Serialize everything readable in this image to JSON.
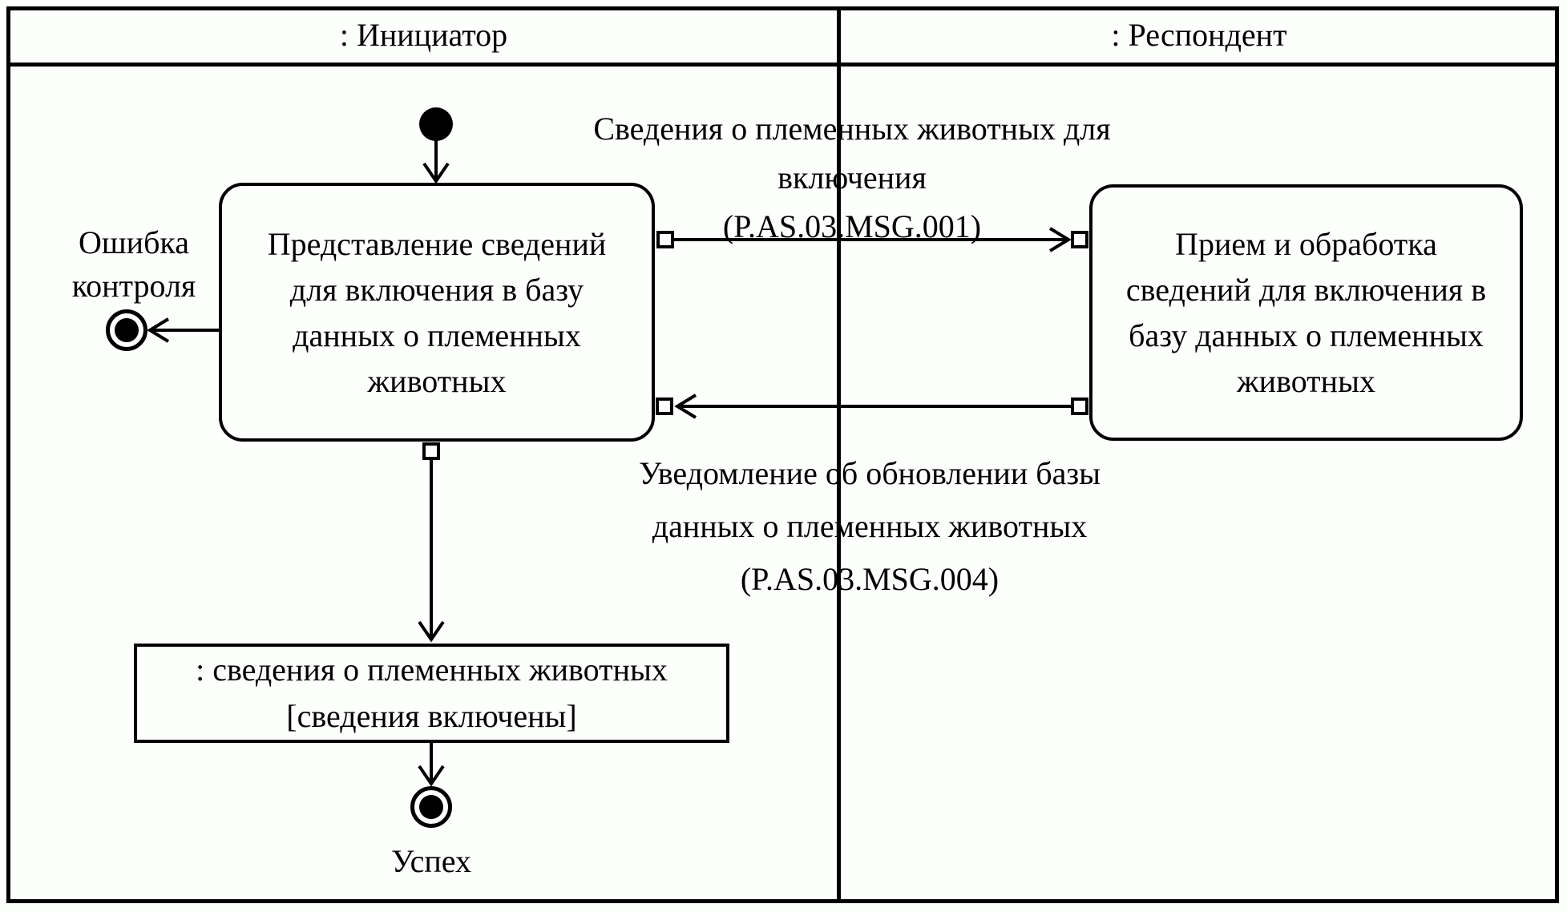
{
  "lanes": [
    {
      "label": ": Инициатор"
    },
    {
      "label": ": Респондент"
    }
  ],
  "initiator": {
    "activity": {
      "lines": [
        "Представление сведений",
        "для включения в базу",
        "данных о племенных",
        "животных"
      ]
    },
    "error_outcome": {
      "lines": [
        "Ошибка",
        "контроля"
      ]
    },
    "object_state": {
      "lines": [
        ": сведения о племенных животных",
        "[сведения включены]"
      ]
    },
    "success_outcome": {
      "label": "Успех"
    }
  },
  "respondent": {
    "activity": {
      "lines": [
        "Прием и обработка",
        "сведений для включения в",
        "базу данных о племенных",
        "животных"
      ]
    }
  },
  "messages": {
    "request": {
      "lines": [
        "Сведения о племенных животных для",
        "включения",
        "(P.AS.03.MSG.001)"
      ]
    },
    "response": {
      "lines": [
        "Уведомление об обновлении базы",
        "данных о племенных животных",
        "(P.AS.03.MSG.004)"
      ]
    }
  },
  "colors": {
    "ink": "#000000",
    "background": "#fdfffd"
  }
}
